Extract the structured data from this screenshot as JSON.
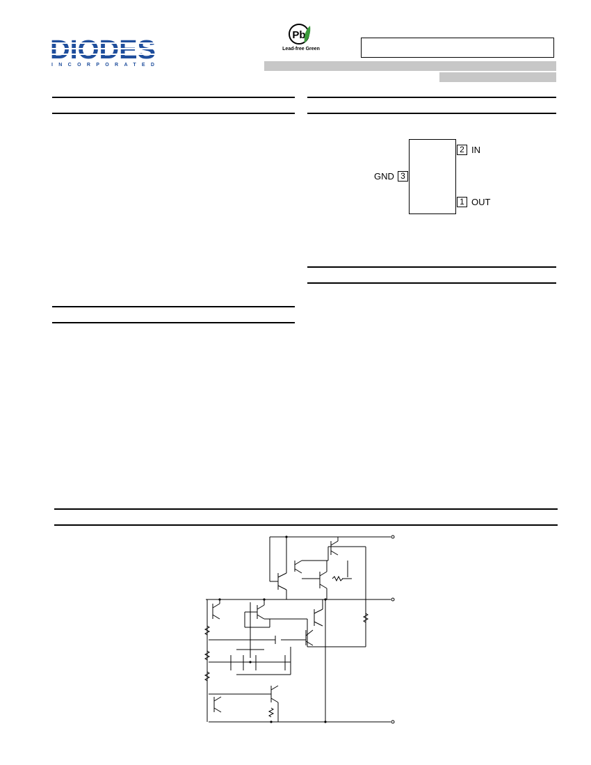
{
  "header": {
    "logo_text": "DIODES",
    "logo_subtext": "INCORPORATED",
    "badge_symbol": "Pb",
    "badge_caption": "Lead-free Green",
    "part_number": ""
  },
  "pin_diagram": {
    "pins": [
      {
        "number": "2",
        "name": "IN"
      },
      {
        "number": "3",
        "name": "GND"
      },
      {
        "number": "1",
        "name": "OUT"
      }
    ]
  },
  "colors": {
    "brand_blue": "#1f4e9c",
    "badge_green": "#3a9a3a",
    "grey_bar": "#c7c7c7"
  }
}
